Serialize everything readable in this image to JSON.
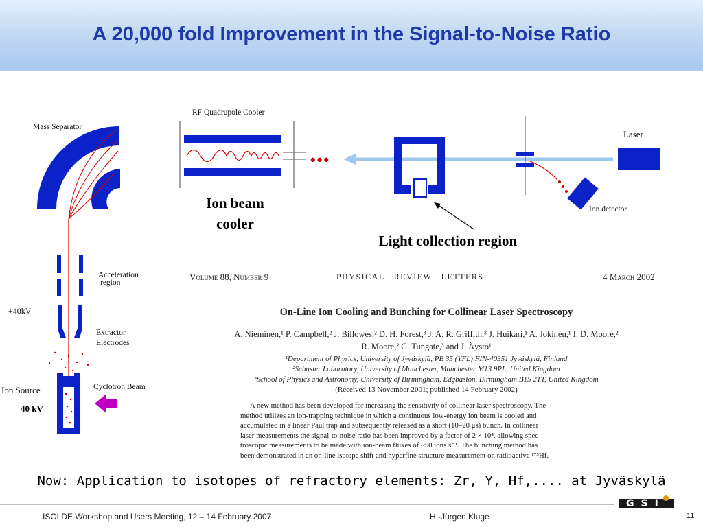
{
  "slide": {
    "title": "A 20,000 fold Improvement in the Signal-to-Noise Ratio",
    "subtitle": "Now: Application to isotopes of refractory elements: Zr, Y, Hf,.... at Jyväskylä",
    "footer_left": "ISOLDE Workshop and Users Meeting, 12 – 14  February 2007",
    "footer_center": "H.-Jürgen Kluge",
    "page_number": "11",
    "logo_text": "GSI"
  },
  "diagram": {
    "mass_separator": "Mass Separator",
    "acceleration_region_1": "Acceleration",
    "acceleration_region_2": "region",
    "voltage_label": "+40kV",
    "extractor_1": "Extractor",
    "extractor_2": "Electrodes",
    "ion_source": "Ion Source",
    "cyclotron_beam": "Cyclotron Beam",
    "kv_label": "40 kV",
    "rf_cooler": "RF Quadrupole Cooler",
    "laser": "Laser",
    "ion_detector": "Ion detector",
    "ion_beam_cooler_1": "Ion beam",
    "ion_beam_cooler_2": "cooler",
    "light_collection": "Light collection region"
  },
  "paper": {
    "volume": "Volume 88, Number 9",
    "journal": "PHYSICAL   REVIEW   LETTERS",
    "date": "4 March 2002",
    "title": "On-Line Ion Cooling and Bunching for Collinear Laser Spectroscopy",
    "authors_1": "A. Nieminen,¹ P. Campbell,² J. Billowes,² D. H. Forest,³ J. A. R. Griffith,³ J. Huikari,¹ A. Jokinen,¹ I. D. Moore,²",
    "authors_2": "R. Moore,² G. Tungate,³ and J. Äystö¹",
    "affil_1": "¹Department of Physics, University of Jyväskylä, PB 35 (YFL) FIN-40351 Jyväskylä, Finland",
    "affil_2": "²Schuster Laboratory, University of Manchester, Manchester M13 9PL, United Kingdom",
    "affil_3": "³School of Physics and Astronomy, University of Birmingham, Edgbaston, Birmingham B15 2TT, United Kingdom",
    "received": "(Received 13 November 2001; published 14 February 2002)",
    "abstract": [
      "A new method has been developed for increasing the sensitivity of collinear laser spectroscopy. The",
      "method utilizes an ion-trapping technique in which a continuous low-energy ion beam is cooled and",
      "accumulated in a linear Paul trap and subsequently released as a short (10–20 μs) bunch. In collinear",
      "laser measurements the signal-to-noise ratio has been improved by a factor of 2 × 10⁴, allowing spec-",
      "troscopic measurements to be made with ion-beam fluxes of ~50 ions s⁻¹. The bunching method has",
      "been demonstrated in an on-line isotope shift and hyperfine structure measurement on radioactive ¹⁷⁵Hf."
    ]
  },
  "colors": {
    "title": "#1e3aa6",
    "blue": "#0a22c8",
    "red": "#d40000",
    "beam": "#9fc8ef"
  }
}
